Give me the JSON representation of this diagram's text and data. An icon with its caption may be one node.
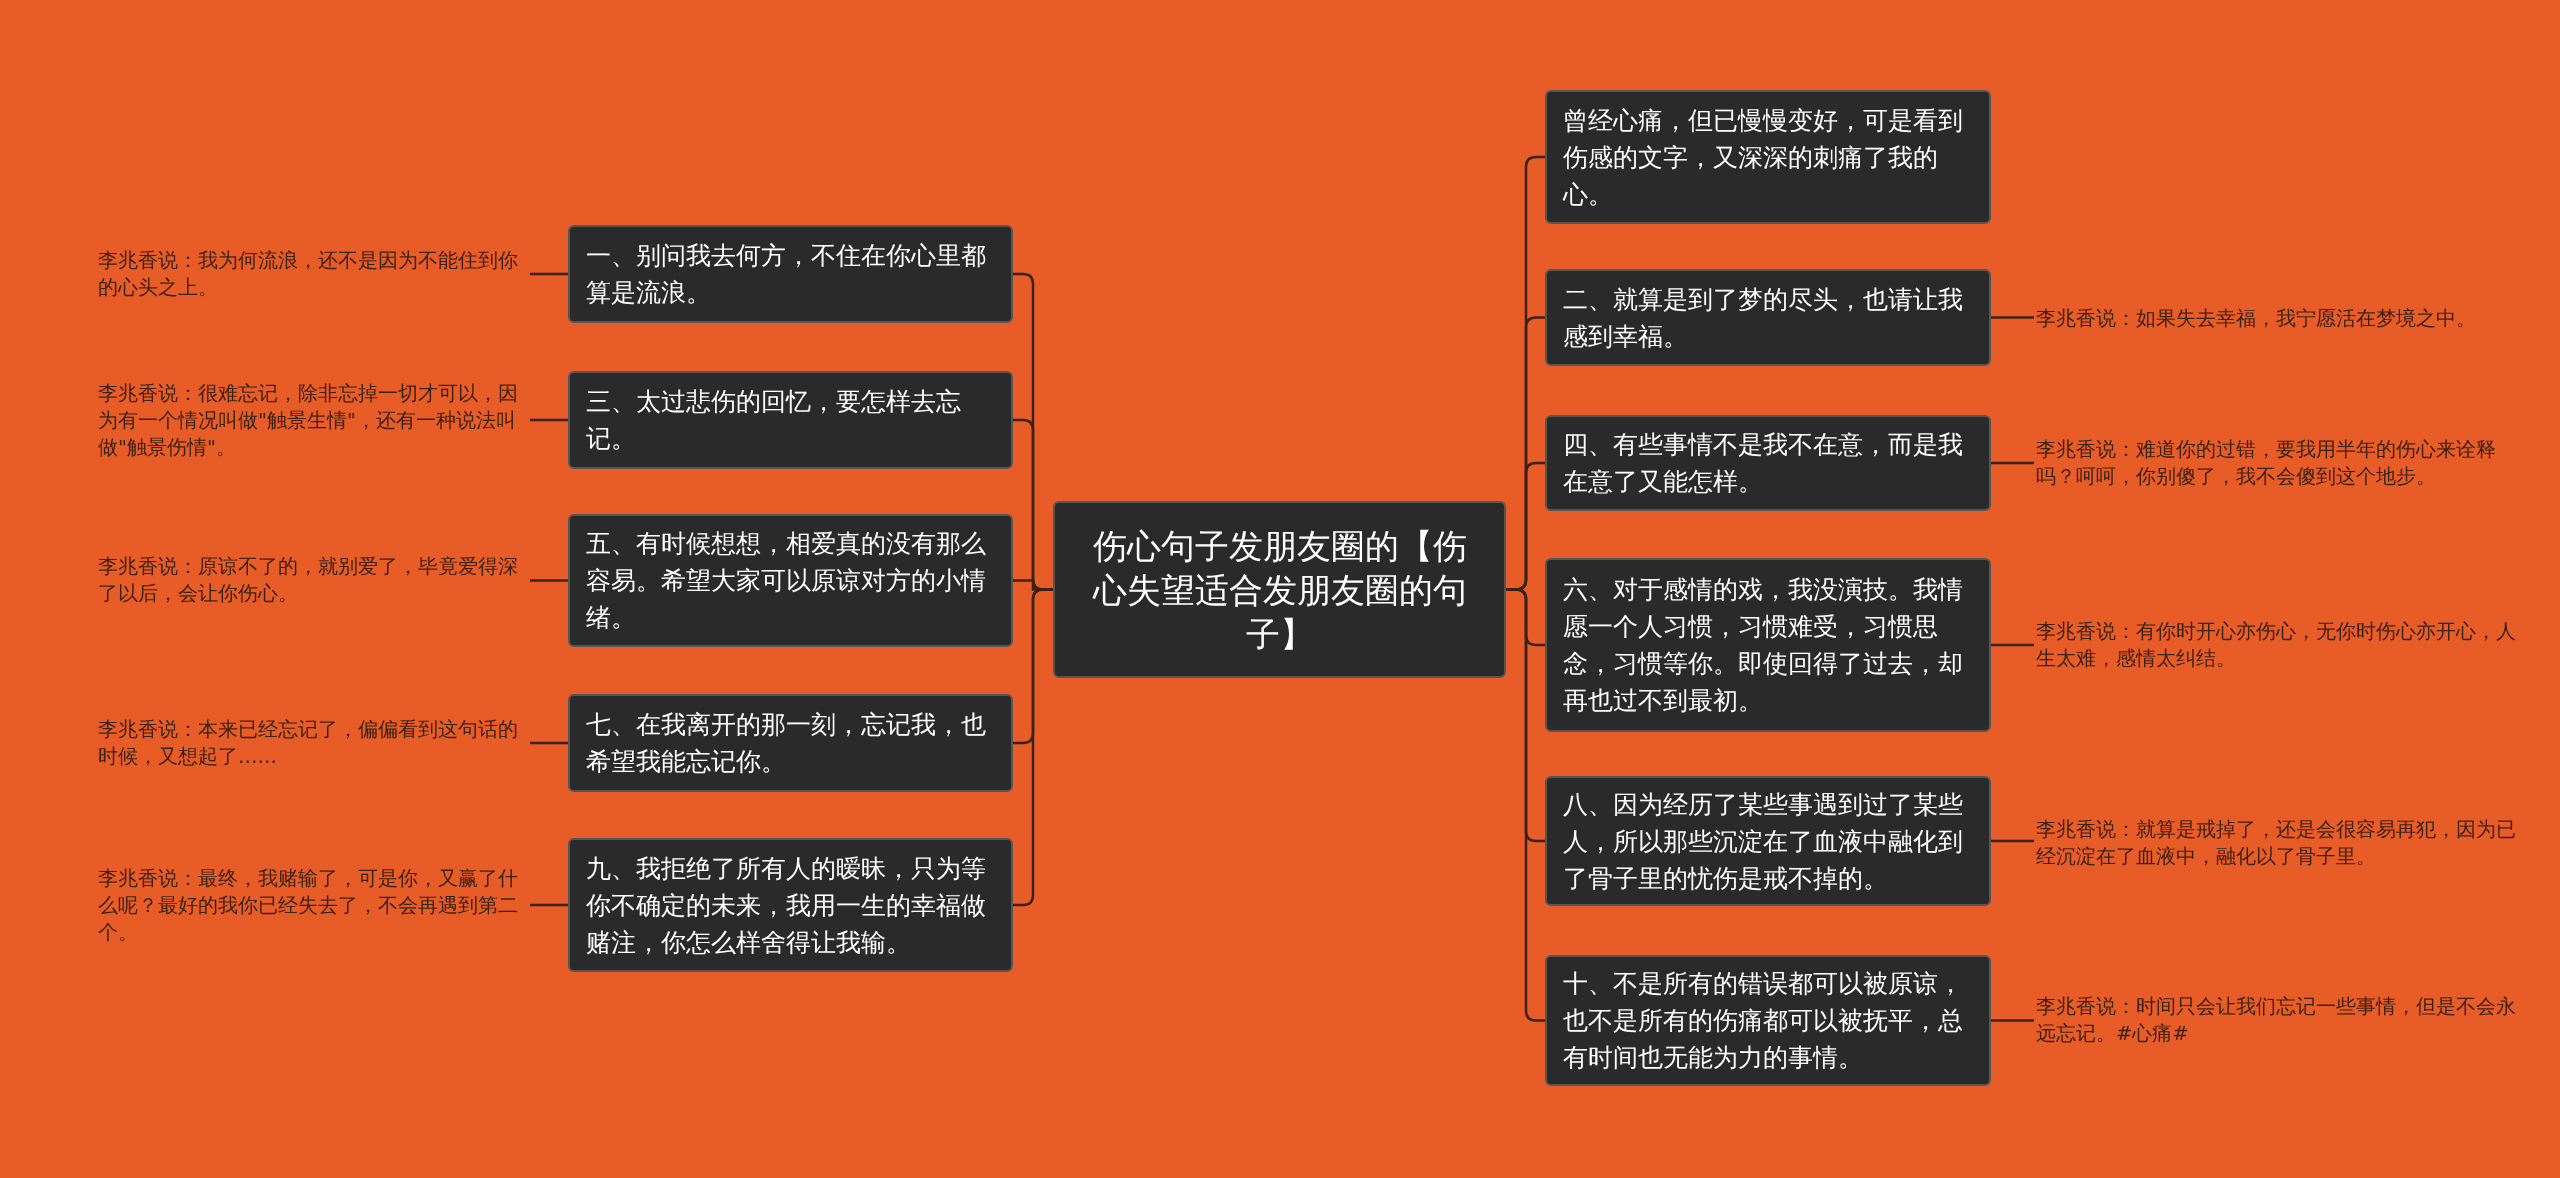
{
  "diagram": {
    "nodes": [
      {
        "text": [
          "伤心句子发朋友圈的【伤心失望适合发朋友圈的句子】"
        ]
      },
      {
        "text": [
          "一、别问我去何方，不住在你心里都算是流浪。"
        ]
      },
      {
        "text": [
          "李兆香说：我为何流浪，还不是因为不能住到你的心头之上。"
        ]
      },
      {
        "text": [
          "三、太过悲伤的回忆，要怎样去忘记。"
        ]
      },
      {
        "text": [
          "李兆香说：很难忘记，除非忘掉一切才可以，因为有一个情况叫做\"触景生情\"，还有一种说法叫做\"触景伤情\"。"
        ]
      },
      {
        "text": [
          "五、有时候想想，相爱真的没有那么容易。希望大家可以原谅对方的小情绪。"
        ]
      },
      {
        "text": [
          "李兆香说：原谅不了的，就别爱了，毕竟爱得深了以后，会让你伤心。"
        ]
      },
      {
        "text": [
          "七、在我离开的那一刻，忘记我，也希望我能忘记你。"
        ]
      },
      {
        "text": [
          "李兆香说：本来已经忘记了，偏偏看到这句话的时候，又想起了……"
        ]
      },
      {
        "text": [
          "九、我拒绝了所有人的暧昧，只为等你不确定的未来，我用一生的幸福做赌注，你怎么样舍得让我输。"
        ]
      },
      {
        "text": [
          "李兆香说：最终，我赌输了，可是你，又赢了什么呢？最好的我你已经失去了，不会再遇到第二个。"
        ]
      },
      {
        "text": [
          "曾经心痛，但已慢慢变好，可是看到伤感的文字，又深深的刺痛了我的心。"
        ]
      },
      {
        "text": [
          "二、就算是到了梦的尽头，也请让我感到幸福。"
        ]
      },
      {
        "text": [
          "李兆香说：如果失去幸福，我宁愿活在梦境之中。"
        ]
      },
      {
        "text": [
          "四、有些事情不是我不在意，而是我在意了又能怎样。"
        ]
      },
      {
        "text": [
          "李兆香说：难道你的过错，要我用半年的伤心来诠释吗？呵呵，你别傻了，我不会傻到这个地步。"
        ]
      },
      {
        "text": [
          "六、对于感情的戏，我没演技。我情愿一个人习惯，习惯难受，习惯思念，习惯等你。即使回得了过去，却再也过不到最初。"
        ]
      },
      {
        "text": [
          "李兆香说：有你时开心亦伤心，无你时伤心亦开心，人生太难，感情太纠结。"
        ]
      },
      {
        "text": [
          "八、因为经历了某些事遇到过了某些人，所以那些沉淀在了血液中融化到了骨子里的忧伤是戒不掉的。"
        ]
      },
      {
        "text": [
          "李兆香说：就算是戒掉了，还是会很容易再犯，因为已经沉淀在了血液中，融化以了骨子里。"
        ]
      },
      {
        "text": [
          "十、不是所有的错误都可以被原谅，也不是所有的伤痛都可以被抚平，总有时间也无能为力的事情。"
        ]
      },
      {
        "text": [
          "李兆香说：时间只会让我们忘记一些事情，但是不会永远忘记。#心痛#"
        ]
      }
    ],
    "edges": [
      {
        "from": 0,
        "to": 1,
        "arrow": "none"
      },
      {
        "from": 1,
        "to": 2,
        "arrow": "none"
      },
      {
        "from": 0,
        "to": 3,
        "arrow": "none"
      },
      {
        "from": 3,
        "to": 4,
        "arrow": "none"
      },
      {
        "from": 0,
        "to": 5,
        "arrow": "none"
      },
      {
        "from": 5,
        "to": 6,
        "arrow": "none"
      },
      {
        "from": 0,
        "to": 7,
        "arrow": "none"
      },
      {
        "from": 7,
        "to": 8,
        "arrow": "none"
      },
      {
        "from": 0,
        "to": 9,
        "arrow": "none"
      },
      {
        "from": 9,
        "to": 10,
        "arrow": "none"
      },
      {
        "from": 0,
        "to": 11,
        "arrow": "none"
      },
      {
        "from": 0,
        "to": 12,
        "arrow": "none"
      },
      {
        "from": 12,
        "to": 13,
        "arrow": "none"
      },
      {
        "from": 0,
        "to": 14,
        "arrow": "none"
      },
      {
        "from": 14,
        "to": 15,
        "arrow": "none"
      },
      {
        "from": 0,
        "to": 16,
        "arrow": "none"
      },
      {
        "from": 16,
        "to": 17,
        "arrow": "none"
      },
      {
        "from": 0,
        "to": 18,
        "arrow": "none"
      },
      {
        "from": 18,
        "to": 19,
        "arrow": "none"
      },
      {
        "from": 0,
        "to": 20,
        "arrow": "none"
      },
      {
        "from": 20,
        "to": 21,
        "arrow": "none"
      }
    ]
  }
}
